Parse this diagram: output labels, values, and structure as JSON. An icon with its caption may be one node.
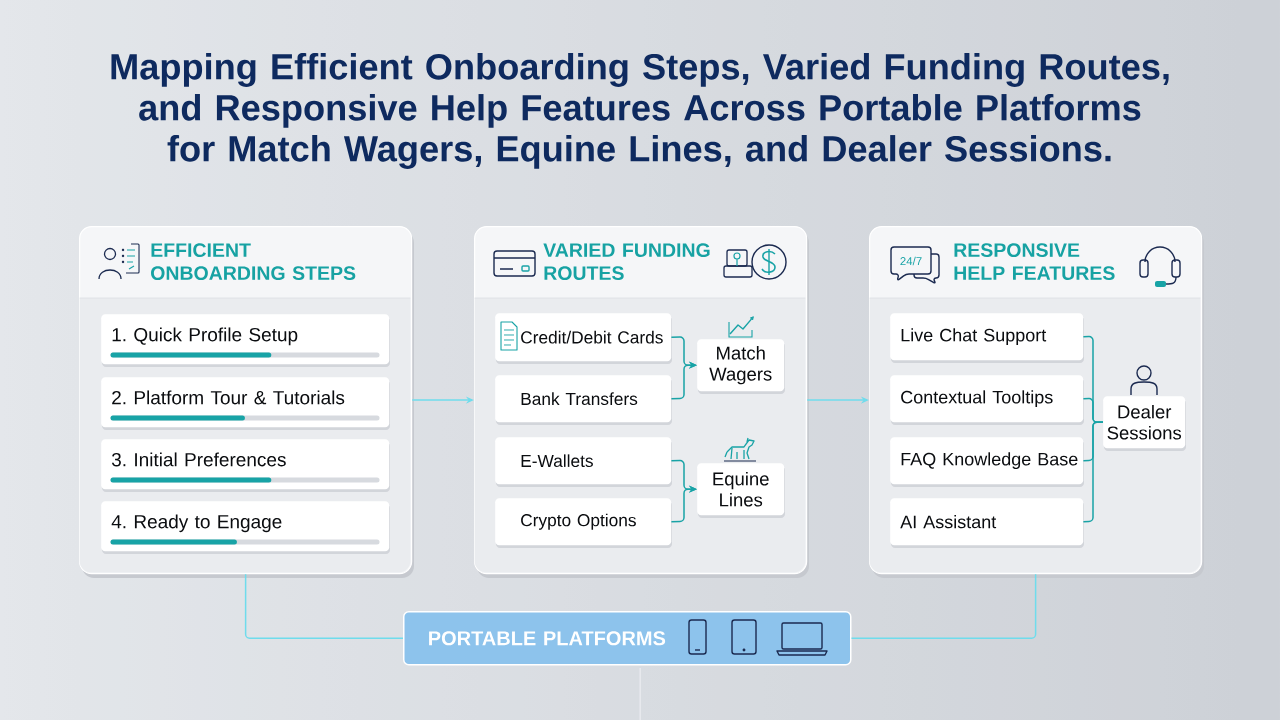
{
  "diagram": {
    "title": "Mapping Efficient Onboarding Steps, Varied Funding Routes, and Responsive Help Features Across Portable Platforms for Match Wagers, Equine Lines, and Dealer Sessions.",
    "nodes": [
      {
        "text": [
          "EFFICIENT ONBOARDING STEPS"
        ]
      },
      {
        "text": [
          "1. Quick Profile Setup"
        ],
        "in": 0
      },
      {
        "text": [
          "2. Platform Tour & Tutorials"
        ],
        "in": 0
      },
      {
        "text": [
          "3. Initial Preferences"
        ],
        "in": 0
      },
      {
        "text": [
          "4. Ready to Engage"
        ],
        "in": 0
      },
      {
        "text": [
          "VARIED FUNDING ROUTES"
        ]
      },
      {
        "text": [
          "Credit/Debit Cards"
        ],
        "in": 5
      },
      {
        "text": [
          "Bank Transfers"
        ],
        "in": 5
      },
      {
        "text": [
          "E-Wallets"
        ],
        "in": 5
      },
      {
        "text": [
          "Crypto Options"
        ],
        "in": 5
      },
      {
        "text": [
          "Match Wagers"
        ],
        "in": 5
      },
      {
        "text": [
          "Equine Lines"
        ],
        "in": 5
      },
      {
        "text": [
          "RESPONSIVE HELP FEATURES"
        ]
      },
      {
        "text": [
          "Live Chat Support"
        ],
        "in": 12
      },
      {
        "text": [
          "Contextual Tooltips"
        ],
        "in": 12
      },
      {
        "text": [
          "FAQ Knowledge Base"
        ],
        "in": 12
      },
      {
        "text": [
          "AI Assistant"
        ],
        "in": 12
      },
      {
        "text": [
          "Dealer Sessions"
        ],
        "in": 12
      },
      {
        "text": [
          "PORTABLE PLATFORMS"
        ]
      }
    ],
    "edges": [
      {
        "from": 0,
        "to": 5,
        "arrow": "to",
        "color": "#6fdcec"
      },
      {
        "from": 5,
        "to": 12,
        "arrow": "to",
        "color": "#6fdcec"
      },
      {
        "from": 6,
        "to": 10,
        "arrow": "to"
      },
      {
        "from": 7,
        "to": 10,
        "arrow": "to"
      },
      {
        "from": 8,
        "to": 11,
        "arrow": "to"
      },
      {
        "from": 9,
        "to": 11,
        "arrow": "to"
      },
      {
        "from": 13,
        "to": 17,
        "arrow": "none"
      },
      {
        "from": 14,
        "to": 17,
        "arrow": "none"
      },
      {
        "from": 15,
        "to": 17,
        "arrow": "none"
      },
      {
        "from": 16,
        "to": 17,
        "arrow": "none"
      },
      {
        "from": 0,
        "to": 18,
        "arrow": "none",
        "color": "#6fdcec"
      },
      {
        "from": 12,
        "to": 18,
        "arrow": "none",
        "color": "#6fdcec"
      }
    ],
    "labels": [
      "24/7"
    ]
  }
}
